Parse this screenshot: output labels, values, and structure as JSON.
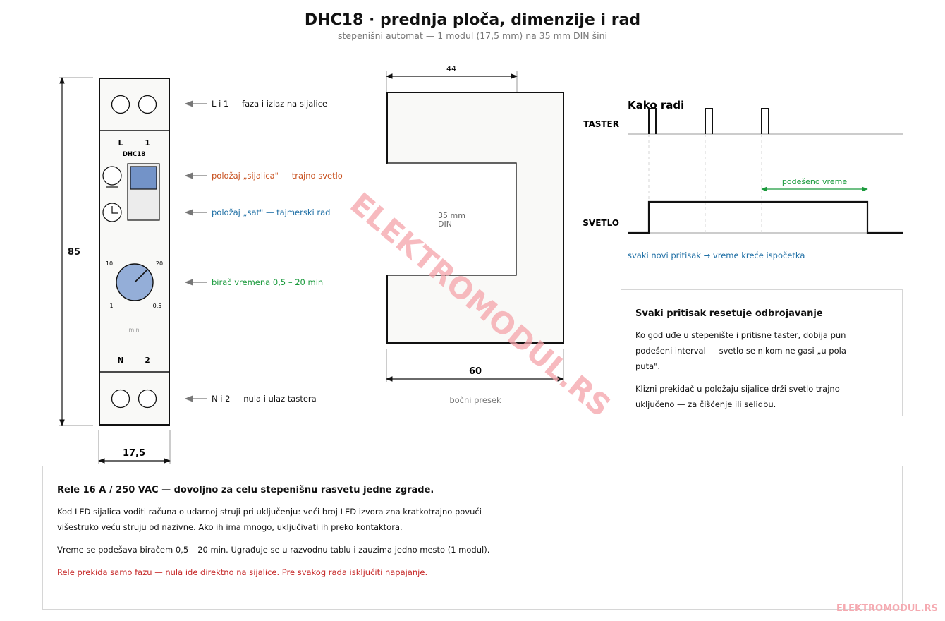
{
  "header": {
    "title": "DHC18  ·  prednja ploča, dimenzije i rad",
    "subtitle": "stepenišni automat — 1 modul (17,5 mm) na 35 mm DIN šini"
  },
  "front": {
    "height_dim": "85",
    "width_dim": "17,5",
    "terminal_top_labels": [
      "L",
      "1"
    ],
    "model": "DHC18",
    "terminal_bottom_labels": [
      "N",
      "2"
    ],
    "dial_marks": {
      "m10": "10",
      "m20": "20",
      "m1": "1",
      "m05": "0,5",
      "unit": "min"
    }
  },
  "callouts": {
    "top": "L i 1  —  faza i izlaz na sijalice",
    "sijalica": "položaj „sijalica\" — trajno svetlo",
    "sat": "položaj „sat\" — tajmerski rad",
    "dial": "birač vremena  0,5 – 20 min",
    "bottom": "N i 2  —  nula i ulaz tastera"
  },
  "side": {
    "depth_dim": "44",
    "width_dim": "60",
    "rail_label_1": "35 mm",
    "rail_label_2": "DIN",
    "caption": "bočni presek"
  },
  "timing": {
    "title": "Kako radi",
    "taster_label": "TASTER",
    "svetlo_label": "SVETLO",
    "interval_label": "podešeno vreme",
    "note": "svaki novi pritisak → vreme kreće ispočetka"
  },
  "info_right": {
    "title": "Svaki pritisak resetuje odbrojavanje",
    "p1": "Ko god uđe u stepenište i pritisne taster, dobija pun podešeni interval — svetlo se nikom ne gasi „u pola puta\".",
    "p2": "Klizni prekidač u položaju sijalice drži svetlo trajno uključeno — za čišćenje ili selidbu."
  },
  "info_bottom": {
    "title": "Rele 16 A / 250 VAC — dovoljno za celu stepenišnu rasvetu jedne zgrade.",
    "p1": "Kod LED sijalica voditi računa o udarnoj struji pri uključenju: veći broj LED izvora zna kratkotrajno povući višestruko veću struju od nazivne. Ako ih ima mnogo, uključivati ih preko kontaktora.",
    "p2": "Vreme se podešava biračem 0,5 – 20 min. Ugrađuje se u razvodnu tablu i zauzima jedno mesto (1 modul).",
    "warning": "Rele prekida samo fazu — nula ide direktno na sijalice. Pre svakog rada isključiti napajanje."
  },
  "watermark": "ELEKTROMODUL.RS",
  "colors": {
    "orange": "#c8501e",
    "blue": "#1f6fa5",
    "green": "#1a9a3c",
    "red": "#c62828",
    "slider_blue": "#7393c8",
    "dial_blue": "#94aed8",
    "watermark": "#f4a3aa"
  }
}
